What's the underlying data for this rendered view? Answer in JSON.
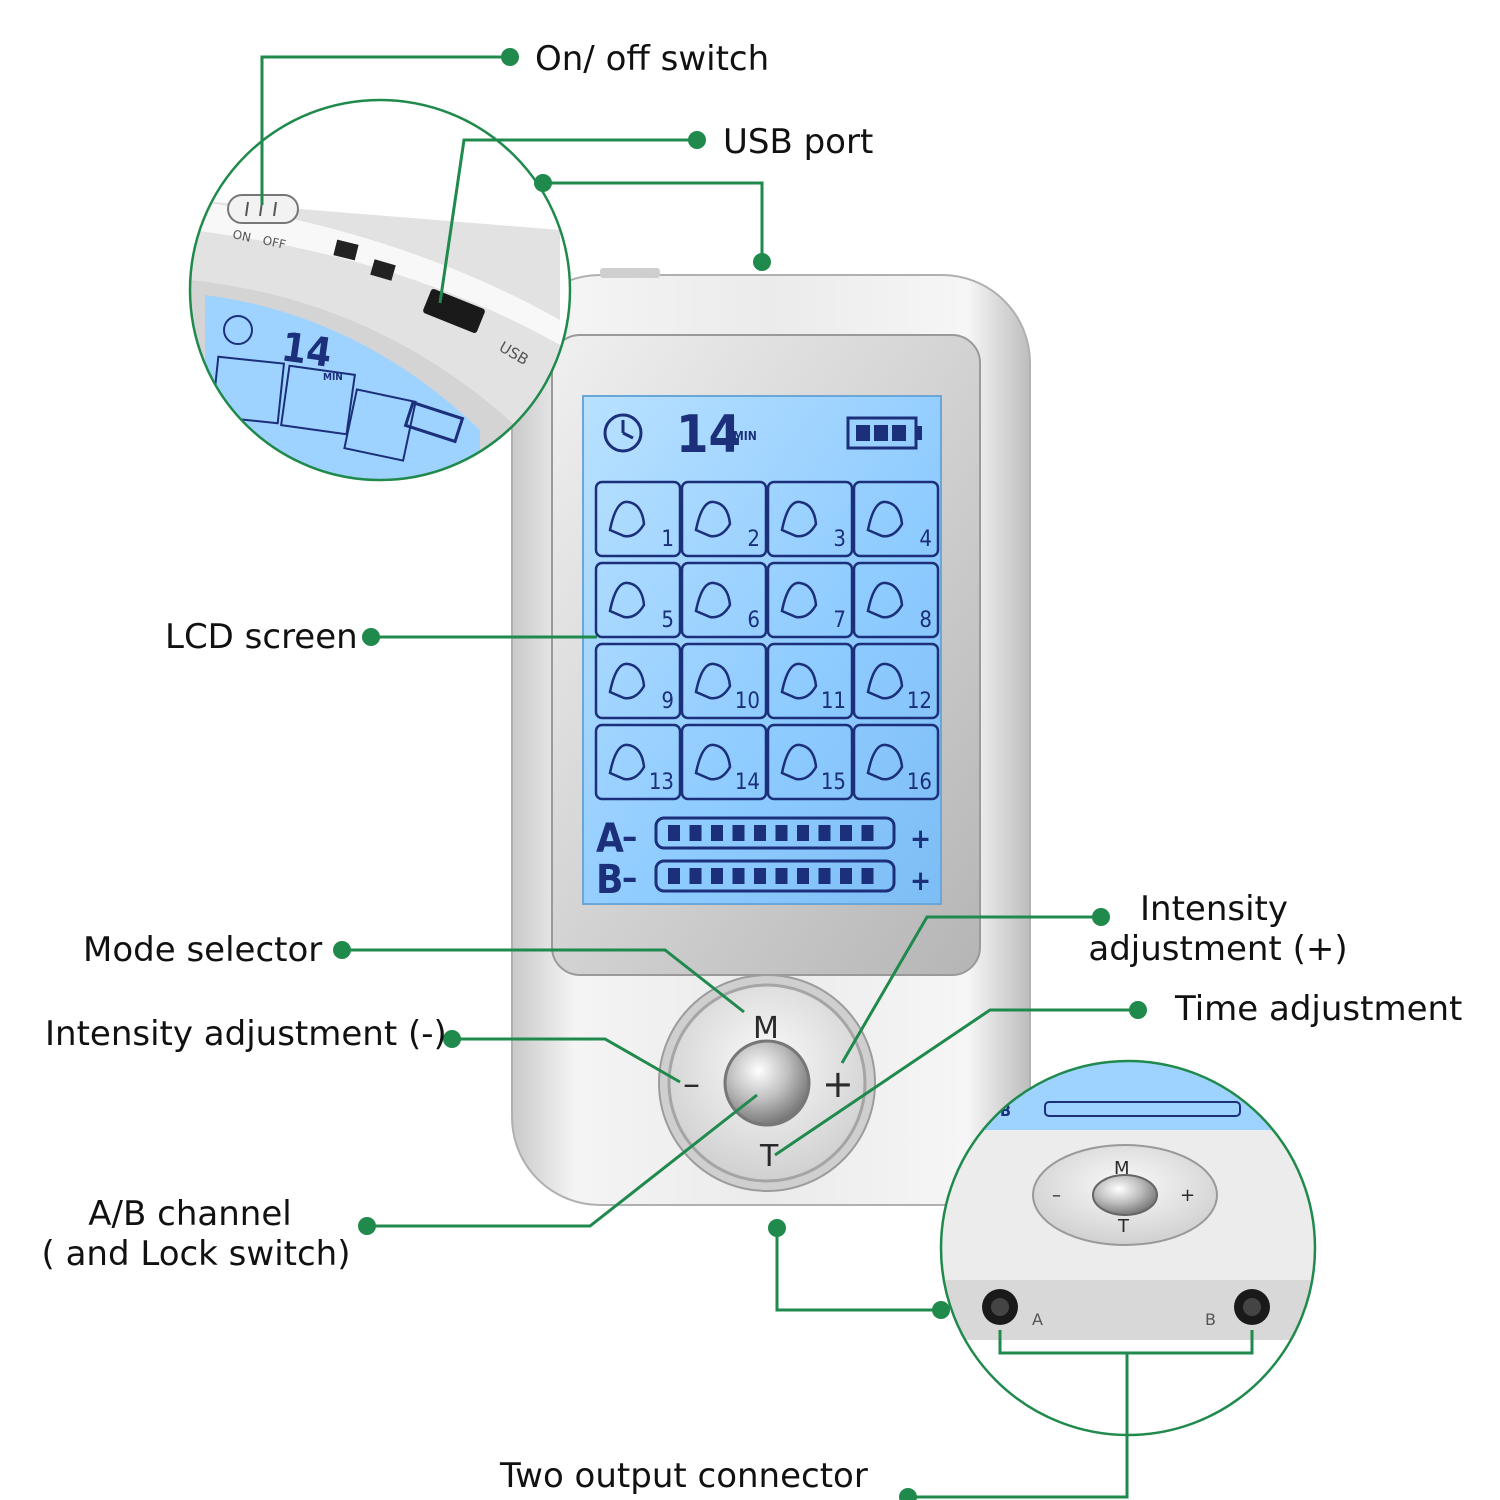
{
  "labels": {
    "on_off_switch": "On/ off switch",
    "usb_port": "USB port",
    "lcd_screen": "LCD screen",
    "mode_selector": "Mode selector",
    "intensity_minus": "Intensity adjustment (-)",
    "ab_channel_line1": "A/B channel",
    "ab_channel_line2": "( and Lock switch)",
    "intensity_plus_line1": "Intensity",
    "intensity_plus_line2": "adjustment (+)",
    "time_adjustment": "Time adjustment",
    "two_output_connector": "Two output connector"
  },
  "device": {
    "timer_value": "14",
    "timer_unit": "MIN",
    "mode_numbers": [
      "1",
      "2",
      "3",
      "4",
      "5",
      "6",
      "7",
      "8",
      "9",
      "10",
      "11",
      "12",
      "13",
      "14",
      "15",
      "16"
    ],
    "channel_a": "A",
    "channel_b": "B",
    "minus_sign": "–",
    "plus_sign": "+",
    "btn_m": "M",
    "btn_t": "T",
    "btn_minus": "–",
    "btn_plus": "+"
  },
  "inset_top": {
    "on_text": "ON",
    "off_text": "OFF",
    "usb_text": "USB",
    "timer_value": "14",
    "timer_unit": "MIN"
  },
  "inset_bottom": {
    "port_a": "A",
    "port_b": "B",
    "btn_m": "M",
    "btn_t": "T",
    "btn_minus": "–",
    "btn_plus": "+",
    "row_b": "B"
  },
  "colors": {
    "leader": "#1f8a4c",
    "screen": "#9fd3ff",
    "screen_ink": "#1b2f7a",
    "body": "#e9e9e9"
  }
}
